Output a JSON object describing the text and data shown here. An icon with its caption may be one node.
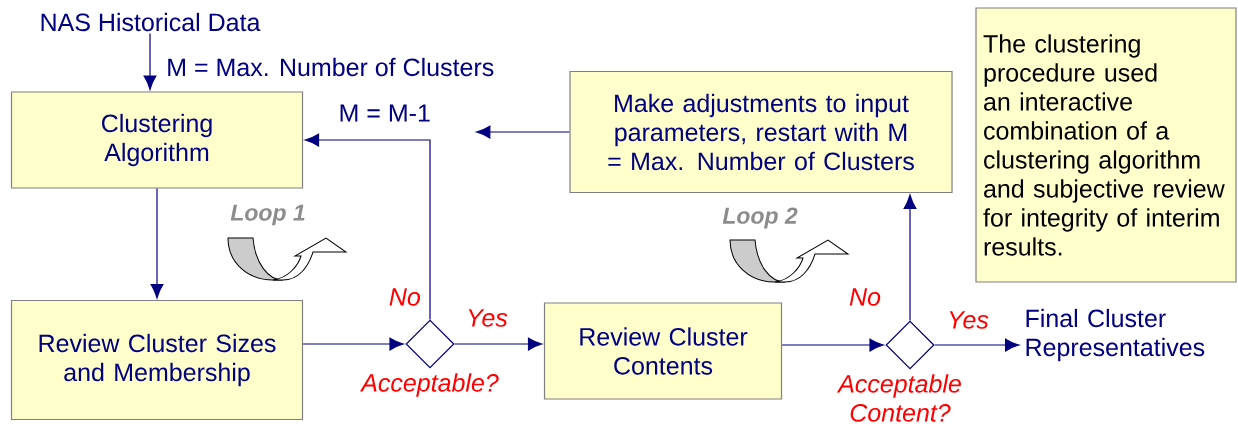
{
  "diagram": {
    "nodes": [
      {
        "text": [
          "NAS Historical Data"
        ]
      },
      {
        "text": [
          "Clustering Algorithm"
        ]
      },
      {
        "text": [
          "Review Cluster Sizes and Membership"
        ]
      },
      {
        "text": [],
        "shape": "diamond",
        "beside": [
          "Acceptable?"
        ]
      },
      {
        "text": [
          "Review Cluster Contents"
        ]
      },
      {
        "text": [],
        "shape": "diamond",
        "beside": [
          "Acceptable Content?"
        ]
      },
      {
        "text": [
          "Final Cluster Representatives"
        ]
      },
      {
        "text": [
          "Make adjustments to input parameters, restart with M = Max. Number of Clusters"
        ]
      },
      {
        "text": [
          "The clustering procedure used an interactive combination of a clustering algorithm and subjective review for integrity of interim results."
        ]
      }
    ],
    "edges": [
      {
        "from": 0,
        "to": 1,
        "arrow": "to",
        "label": "M = Max. Number of Clusters"
      },
      {
        "from": 1,
        "to": 2,
        "arrow": "to"
      },
      {
        "from": 2,
        "to": 3,
        "arrow": "to"
      },
      {
        "from": 3,
        "to": 1,
        "arrow": "to",
        "label": "No"
      },
      {
        "from": 3,
        "to": 4,
        "arrow": "to",
        "label": "Yes"
      },
      {
        "from": 4,
        "to": 5,
        "arrow": "to"
      },
      {
        "from": 5,
        "to": 7,
        "arrow": "to",
        "label": "No"
      },
      {
        "from": 5,
        "to": 6,
        "arrow": "to",
        "label": "Yes"
      },
      {
        "from": 7,
        "to": null,
        "arrow": "to"
      }
    ],
    "labels": [
      "M = M-1",
      "Loop 1",
      "Loop 2"
    ]
  }
}
